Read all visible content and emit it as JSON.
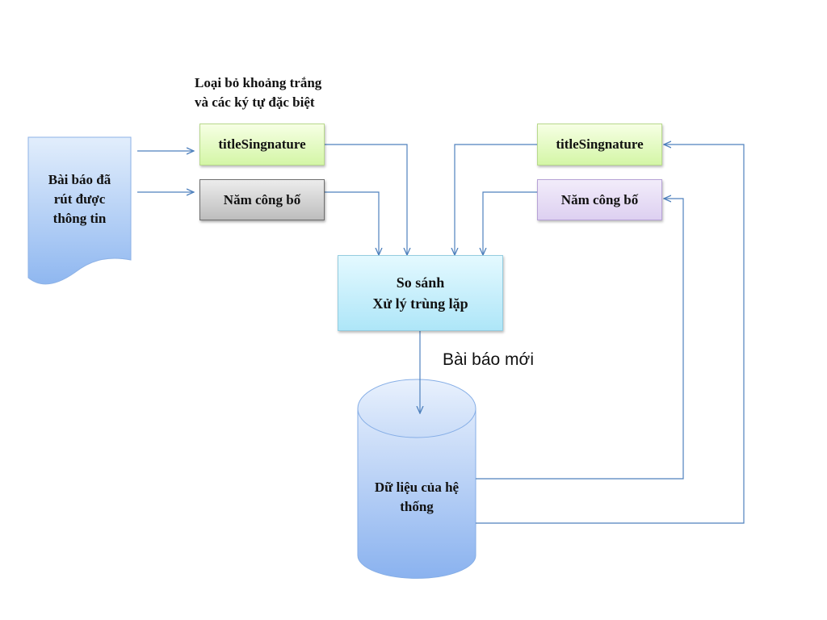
{
  "note": {
    "line1": "Loại bỏ khoảng trắng",
    "line2": "và các ký tự đặc biệt"
  },
  "document": {
    "line1": "Bài báo đã",
    "line2": "rút được",
    "line3": "thông tin"
  },
  "left": {
    "title": "titleSingnature",
    "year": "Năm công bố"
  },
  "right": {
    "title": "titleSingnature",
    "year": "Năm công bố"
  },
  "compare": {
    "line1": "So sánh",
    "line2": "Xử lý trùng lặp"
  },
  "arrow_label": "Bài báo mới",
  "database": {
    "line1": "Dữ liệu của hệ",
    "line2": "thống"
  },
  "colors": {
    "line": "#4f81bd",
    "green_box": "#d4f6a6",
    "gray_box": "#bdbdbd",
    "purple_box": "#ddd0f1",
    "cyan_box": "#aee6f8",
    "blue_shape": "#9ec2f2"
  }
}
